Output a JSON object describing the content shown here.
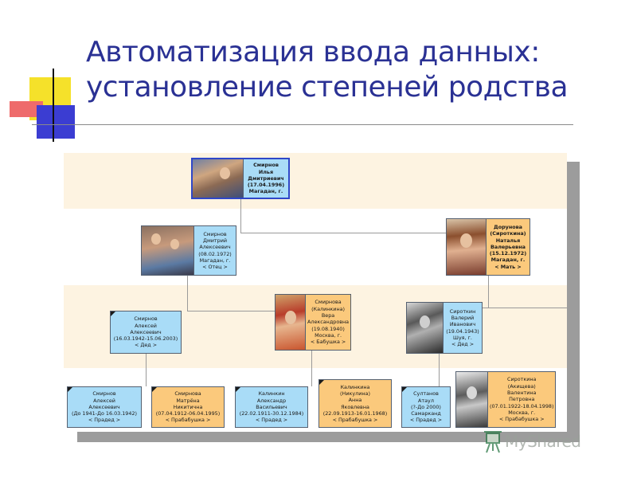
{
  "slide": {
    "title_lines": [
      "Автоматизация ввода данных:",
      "установление степеней родства"
    ]
  },
  "colors": {
    "title": "#2a3194",
    "male_card": "#a9dcf7",
    "female_card": "#fbc97c",
    "band": "#fdf3e1",
    "connector": "#9a9a9a"
  },
  "tree": {
    "person_ilya": {
      "lines": [
        "Смирнов",
        "Илья",
        "Дмитриевич",
        "(17.04.1996)",
        "Магадан, г."
      ]
    },
    "person_dmitriy": {
      "lines": [
        "Смирнов",
        "Дмитрий",
        "Алексеевич",
        "(08.02.1972)",
        "Магадан, г.",
        "< Отец >"
      ]
    },
    "person_natalya": {
      "lines": [
        "Дорунова",
        "(Сироткина)",
        "Наталья",
        "Валерьевна",
        "(15.12.1972)",
        "Магадан, г.",
        "< Мать >"
      ]
    },
    "person_aleksey": {
      "lines": [
        "Смирнов",
        "Алексей",
        "Алексеевич",
        "(16.03.1942-15.06.2003)",
        "< Дед >"
      ]
    },
    "person_vera": {
      "lines": [
        "Смирнова",
        "(Калинкина)",
        "Вера",
        "Александровна",
        "(19.08.1940)",
        "Москва, г.",
        "< Бабушка >"
      ]
    },
    "person_valeriy": {
      "lines": [
        "Сироткин",
        "Валерий",
        "Иванович",
        "(19.04.1943)",
        "Шуя, г.",
        "< Дед >"
      ]
    },
    "person_aleksey_sr": {
      "lines": [
        "Смирнов",
        "Алексей",
        "Алексеевич",
        "(До 1941-До 16.03.1942)",
        "< Прадед >"
      ]
    },
    "person_matryona": {
      "lines": [
        "Смирнова",
        "Матрёна",
        "Никитична",
        "(07.04.1912-06.04.1995)",
        "< Прабабушка >"
      ]
    },
    "person_aleksandr": {
      "lines": [
        "Калинкин",
        "Александр",
        "Васильевич",
        "(22.02.1911-30.12.1984)",
        "< Прадед >"
      ]
    },
    "person_anna": {
      "lines": [
        "Калинкина",
        "(Никулина)",
        "Анна",
        "Яковлевна",
        "(22.09.1913-16.01.1968)",
        "< Прабабушка >"
      ]
    },
    "person_ataul": {
      "lines": [
        "Султанов",
        "Атаул",
        "(?-До 2000)",
        "Самарканд",
        "< Прадед >"
      ]
    },
    "person_valentina": {
      "lines": [
        "Сироткина",
        "(Акищева)",
        "Валентина",
        "Петровна",
        "(07.01.1922-18.04.1998)",
        "Москва, г.",
        "< Прабабушка >"
      ]
    }
  },
  "watermark": {
    "text": "MyShared",
    "icon": "presentation-board-icon"
  }
}
